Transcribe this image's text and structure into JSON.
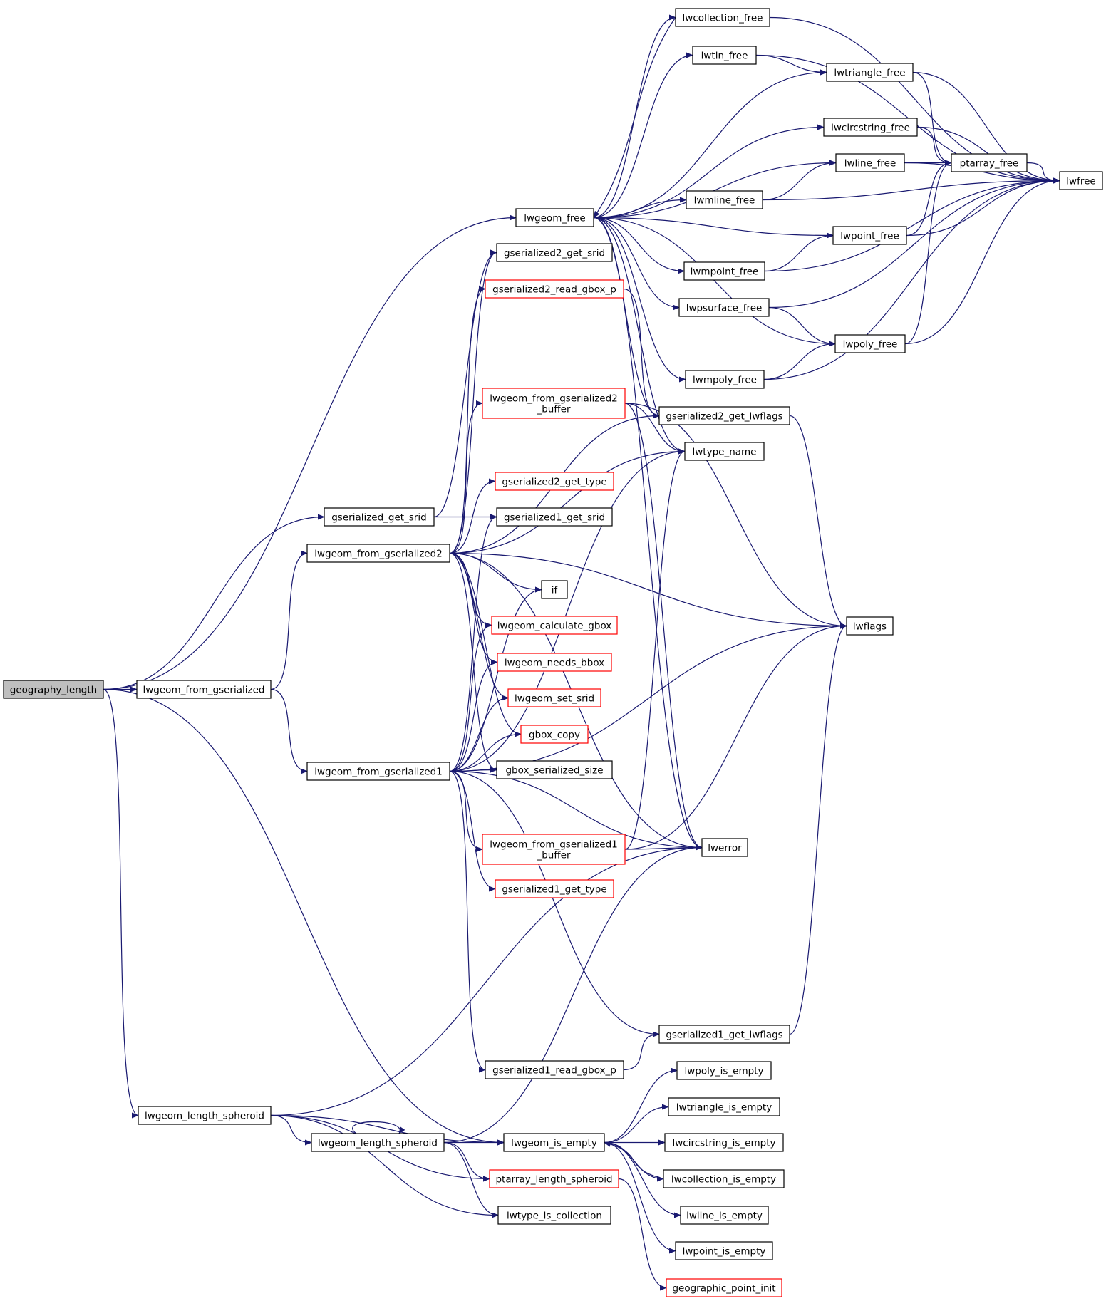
{
  "colors": {
    "edge": "#191970",
    "node_border_default": "#000000",
    "node_border_truncated": "#ff0000",
    "root_fill": "#bfbfbf",
    "node_fill": "#ffffff"
  },
  "root": "geography_length",
  "nodes": [
    {
      "id": "geography_length",
      "label": "geography_length",
      "root": true
    },
    {
      "id": "lwgeom_free",
      "label": "lwgeom_free"
    },
    {
      "id": "gserialized_get_srid",
      "label": "gserialized_get_srid"
    },
    {
      "id": "lwgeom_from_gserialized2",
      "label": "lwgeom_from_gserialized2"
    },
    {
      "id": "lwgeom_from_gserialized",
      "label": "lwgeom_from_gserialized"
    },
    {
      "id": "lwgeom_from_gserialized1",
      "label": "lwgeom_from_gserialized1"
    },
    {
      "id": "lwgeom_length_spheroid_top",
      "label": "lwgeom_length_spheroid"
    },
    {
      "id": "lwgeom_length_spheroid_inner",
      "label": "lwgeom_length_spheroid"
    },
    {
      "id": "lwcollection_free",
      "label": "lwcollection_free"
    },
    {
      "id": "lwtin_free",
      "label": "lwtin_free"
    },
    {
      "id": "lwtriangle_free",
      "label": "lwtriangle_free"
    },
    {
      "id": "lwcircstring_free",
      "label": "lwcircstring_free"
    },
    {
      "id": "lwline_free",
      "label": "lwline_free"
    },
    {
      "id": "ptarray_free",
      "label": "ptarray_free"
    },
    {
      "id": "lwfree",
      "label": "lwfree"
    },
    {
      "id": "lwmline_free",
      "label": "lwmline_free"
    },
    {
      "id": "lwpoint_free",
      "label": "lwpoint_free"
    },
    {
      "id": "lwmpoint_free",
      "label": "lwmpoint_free"
    },
    {
      "id": "lwpsurface_free",
      "label": "lwpsurface_free"
    },
    {
      "id": "lwpoly_free",
      "label": "lwpoly_free"
    },
    {
      "id": "lwmpoly_free",
      "label": "lwmpoly_free"
    },
    {
      "id": "gserialized2_get_srid",
      "label": "gserialized2_get_srid"
    },
    {
      "id": "gserialized2_read_gbox_p",
      "label": "gserialized2_read_gbox_p",
      "truncated": true
    },
    {
      "id": "lwgeom_from_gserialized2_buffer",
      "label": "lwgeom_from_gserialized2\n_buffer",
      "truncated": true
    },
    {
      "id": "gserialized2_get_lwflags",
      "label": "gserialized2_get_lwflags"
    },
    {
      "id": "lwtype_name",
      "label": "lwtype_name"
    },
    {
      "id": "gserialized2_get_type",
      "label": "gserialized2_get_type",
      "truncated": true
    },
    {
      "id": "gserialized1_get_srid",
      "label": "gserialized1_get_srid"
    },
    {
      "id": "if",
      "label": "if"
    },
    {
      "id": "lwflags",
      "label": "lwflags"
    },
    {
      "id": "lwgeom_calculate_gbox",
      "label": "lwgeom_calculate_gbox",
      "truncated": true
    },
    {
      "id": "lwgeom_needs_bbox",
      "label": "lwgeom_needs_bbox",
      "truncated": true
    },
    {
      "id": "lwgeom_set_srid",
      "label": "lwgeom_set_srid",
      "truncated": true
    },
    {
      "id": "gbox_copy",
      "label": "gbox_copy",
      "truncated": true
    },
    {
      "id": "gbox_serialized_size",
      "label": "gbox_serialized_size"
    },
    {
      "id": "lwgeom_from_gserialized1_buffer",
      "label": "lwgeom_from_gserialized1\n_buffer",
      "truncated": true
    },
    {
      "id": "lwerror",
      "label": "lwerror"
    },
    {
      "id": "gserialized1_get_type",
      "label": "gserialized1_get_type",
      "truncated": true
    },
    {
      "id": "gserialized1_get_lwflags",
      "label": "gserialized1_get_lwflags"
    },
    {
      "id": "gserialized1_read_gbox_p",
      "label": "gserialized1_read_gbox_p"
    },
    {
      "id": "lwpoly_is_empty",
      "label": "lwpoly_is_empty"
    },
    {
      "id": "lwtriangle_is_empty",
      "label": "lwtriangle_is_empty"
    },
    {
      "id": "lwgeom_is_empty",
      "label": "lwgeom_is_empty"
    },
    {
      "id": "lwcircstring_is_empty",
      "label": "lwcircstring_is_empty"
    },
    {
      "id": "lwcollection_is_empty",
      "label": "lwcollection_is_empty"
    },
    {
      "id": "ptarray_length_spheroid",
      "label": "ptarray_length_spheroid",
      "truncated": true
    },
    {
      "id": "lwline_is_empty",
      "label": "lwline_is_empty"
    },
    {
      "id": "lwtype_is_collection",
      "label": "lwtype_is_collection"
    },
    {
      "id": "lwpoint_is_empty",
      "label": "lwpoint_is_empty"
    },
    {
      "id": "geographic_point_init",
      "label": "geographic_point_init",
      "truncated": true
    }
  ],
  "edges": [
    [
      "geography_length",
      "lwgeom_free"
    ],
    [
      "geography_length",
      "gserialized_get_srid"
    ],
    [
      "geography_length",
      "lwgeom_from_gserialized"
    ],
    [
      "geography_length",
      "lwgeom_is_empty"
    ],
    [
      "geography_length",
      "lwgeom_length_spheroid_top"
    ],
    [
      "lwgeom_from_gserialized",
      "lwgeom_from_gserialized2"
    ],
    [
      "lwgeom_from_gserialized",
      "lwgeom_from_gserialized1"
    ],
    [
      "gserialized_get_srid",
      "gserialized2_get_srid"
    ],
    [
      "gserialized_get_srid",
      "gserialized1_get_srid"
    ],
    [
      "lwgeom_free",
      "lwcollection_free"
    ],
    [
      "lwgeom_free",
      "lwtin_free"
    ],
    [
      "lwgeom_free",
      "lwtriangle_free"
    ],
    [
      "lwgeom_free",
      "lwcircstring_free"
    ],
    [
      "lwgeom_free",
      "lwline_free"
    ],
    [
      "lwgeom_free",
      "lwmline_free"
    ],
    [
      "lwgeom_free",
      "lwpoint_free"
    ],
    [
      "lwgeom_free",
      "lwmpoint_free"
    ],
    [
      "lwgeom_free",
      "lwpsurface_free"
    ],
    [
      "lwgeom_free",
      "lwpoly_free"
    ],
    [
      "lwgeom_free",
      "lwmpoly_free"
    ],
    [
      "lwgeom_free",
      "gserialized2_get_lwflags"
    ],
    [
      "lwgeom_free",
      "lwtype_name"
    ],
    [
      "lwgeom_free",
      "lwerror"
    ],
    [
      "lwcollection_free",
      "lwgeom_free"
    ],
    [
      "lwcollection_free",
      "lwfree"
    ],
    [
      "lwtin_free",
      "lwtriangle_free"
    ],
    [
      "lwtin_free",
      "lwfree"
    ],
    [
      "lwtriangle_free",
      "ptarray_free"
    ],
    [
      "lwtriangle_free",
      "lwfree"
    ],
    [
      "lwcircstring_free",
      "ptarray_free"
    ],
    [
      "lwcircstring_free",
      "lwfree"
    ],
    [
      "lwline_free",
      "ptarray_free"
    ],
    [
      "lwline_free",
      "lwfree"
    ],
    [
      "ptarray_free",
      "lwfree"
    ],
    [
      "lwmline_free",
      "lwline_free"
    ],
    [
      "lwmline_free",
      "lwfree"
    ],
    [
      "lwpoint_free",
      "ptarray_free"
    ],
    [
      "lwpoint_free",
      "lwfree"
    ],
    [
      "lwmpoint_free",
      "lwpoint_free"
    ],
    [
      "lwmpoint_free",
      "lwfree"
    ],
    [
      "lwpsurface_free",
      "lwpoly_free"
    ],
    [
      "lwpsurface_free",
      "lwfree"
    ],
    [
      "lwpoly_free",
      "ptarray_free"
    ],
    [
      "lwpoly_free",
      "lwfree"
    ],
    [
      "lwmpoly_free",
      "lwpoly_free"
    ],
    [
      "lwmpoly_free",
      "lwfree"
    ],
    [
      "lwgeom_from_gserialized2",
      "gserialized2_get_srid"
    ],
    [
      "lwgeom_from_gserialized2",
      "gserialized2_read_gbox_p"
    ],
    [
      "lwgeom_from_gserialized2",
      "lwgeom_from_gserialized2_buffer"
    ],
    [
      "lwgeom_from_gserialized2",
      "gserialized2_get_type"
    ],
    [
      "lwgeom_from_gserialized2",
      "gserialized2_get_lwflags"
    ],
    [
      "lwgeom_from_gserialized2",
      "lwtype_name"
    ],
    [
      "lwgeom_from_gserialized2",
      "lwerror"
    ],
    [
      "lwgeom_from_gserialized2",
      "if"
    ],
    [
      "lwgeom_from_gserialized2",
      "lwflags"
    ],
    [
      "lwgeom_from_gserialized2",
      "lwgeom_calculate_gbox"
    ],
    [
      "lwgeom_from_gserialized2",
      "lwgeom_needs_bbox"
    ],
    [
      "lwgeom_from_gserialized2",
      "lwgeom_set_srid"
    ],
    [
      "lwgeom_from_gserialized2",
      "gbox_copy"
    ],
    [
      "lwgeom_from_gserialized2",
      "gbox_serialized_size"
    ],
    [
      "gserialized2_read_gbox_p",
      "gserialized2_get_lwflags"
    ],
    [
      "lwgeom_from_gserialized2_buffer",
      "lwtype_name"
    ],
    [
      "lwgeom_from_gserialized2_buffer",
      "lwflags"
    ],
    [
      "lwgeom_from_gserialized2_buffer",
      "lwerror"
    ],
    [
      "gserialized2_get_lwflags",
      "lwflags"
    ],
    [
      "lwgeom_from_gserialized1",
      "gserialized1_get_srid"
    ],
    [
      "lwgeom_from_gserialized1",
      "if"
    ],
    [
      "lwgeom_from_gserialized1",
      "lwgeom_calculate_gbox"
    ],
    [
      "lwgeom_from_gserialized1",
      "lwgeom_needs_bbox"
    ],
    [
      "lwgeom_from_gserialized1",
      "lwgeom_set_srid"
    ],
    [
      "lwgeom_from_gserialized1",
      "gbox_copy"
    ],
    [
      "lwgeom_from_gserialized1",
      "gbox_serialized_size"
    ],
    [
      "lwgeom_from_gserialized1",
      "lwtype_name"
    ],
    [
      "lwgeom_from_gserialized1",
      "lwgeom_from_gserialized1_buffer"
    ],
    [
      "lwgeom_from_gserialized1",
      "gserialized1_get_type"
    ],
    [
      "lwgeom_from_gserialized1",
      "lwerror"
    ],
    [
      "lwgeom_from_gserialized1",
      "lwflags"
    ],
    [
      "lwgeom_from_gserialized1",
      "gserialized1_get_lwflags"
    ],
    [
      "lwgeom_from_gserialized1",
      "gserialized1_read_gbox_p"
    ],
    [
      "lwgeom_from_gserialized1_buffer",
      "lwerror"
    ],
    [
      "lwgeom_from_gserialized1_buffer",
      "lwtype_name"
    ],
    [
      "lwgeom_from_gserialized1_buffer",
      "lwflags"
    ],
    [
      "gserialized1_get_lwflags",
      "lwflags"
    ],
    [
      "gserialized1_read_gbox_p",
      "gserialized1_get_lwflags"
    ],
    [
      "lwgeom_length_spheroid_top",
      "lwerror"
    ],
    [
      "lwgeom_length_spheroid_top",
      "lwgeom_is_empty"
    ],
    [
      "lwgeom_length_spheroid_top",
      "lwgeom_length_spheroid_inner"
    ],
    [
      "lwgeom_length_spheroid_top",
      "ptarray_length_spheroid"
    ],
    [
      "lwgeom_length_spheroid_top",
      "lwtype_is_collection"
    ],
    [
      "lwgeom_length_spheroid_inner",
      "lwgeom_length_spheroid_inner"
    ],
    [
      "lwgeom_length_spheroid_inner",
      "lwerror"
    ],
    [
      "lwgeom_length_spheroid_inner",
      "lwgeom_is_empty"
    ],
    [
      "lwgeom_length_spheroid_inner",
      "ptarray_length_spheroid"
    ],
    [
      "lwgeom_length_spheroid_inner",
      "lwtype_is_collection"
    ],
    [
      "lwgeom_is_empty",
      "lwpoly_is_empty"
    ],
    [
      "lwgeom_is_empty",
      "lwtriangle_is_empty"
    ],
    [
      "lwgeom_is_empty",
      "lwcircstring_is_empty"
    ],
    [
      "lwgeom_is_empty",
      "lwcollection_is_empty"
    ],
    [
      "lwgeom_is_empty",
      "lwline_is_empty"
    ],
    [
      "lwgeom_is_empty",
      "lwpoint_is_empty"
    ],
    [
      "lwcollection_is_empty",
      "lwgeom_is_empty"
    ],
    [
      "ptarray_length_spheroid",
      "geographic_point_init"
    ]
  ]
}
